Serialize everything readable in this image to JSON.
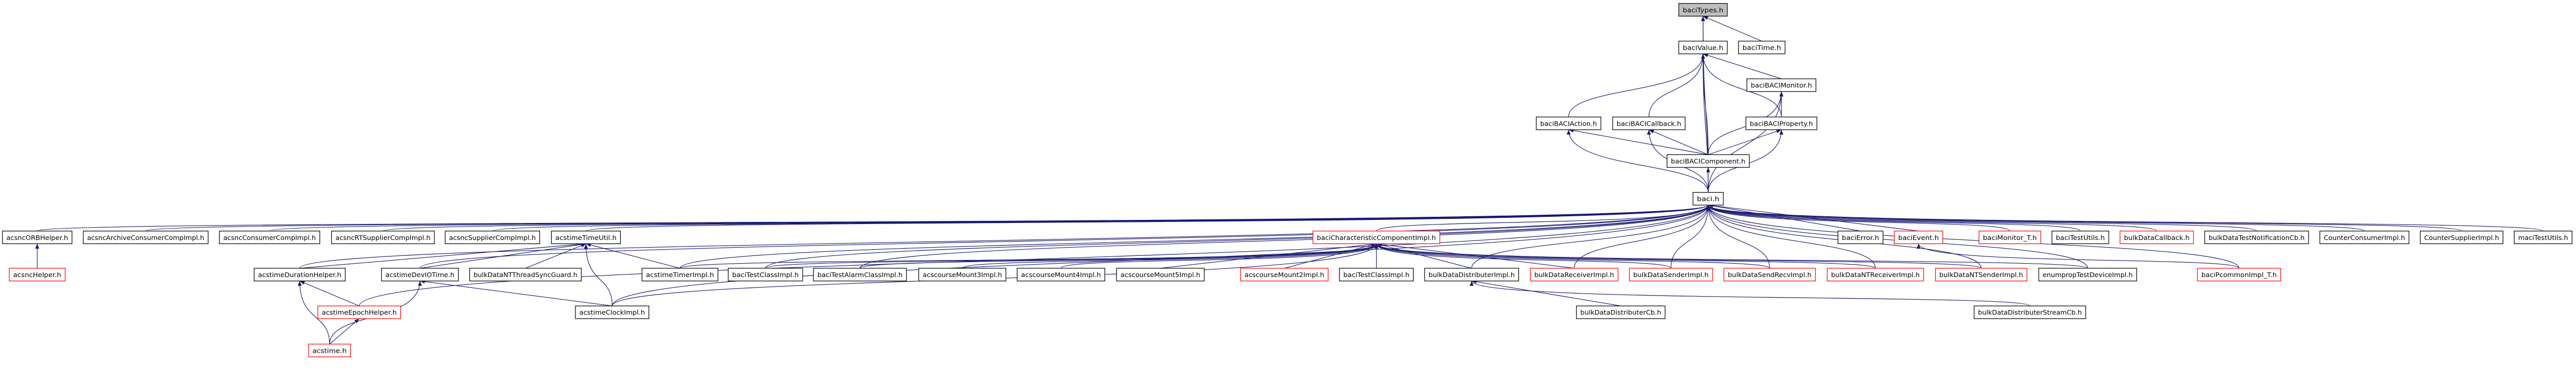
{
  "colors": {
    "edge": "#191970",
    "highlight_border": "#ff0000",
    "focus_fill": "#bfbfbf"
  },
  "nodes": [
    {
      "id": "baciTypes",
      "label": "baciTypes.h",
      "style": "gray"
    },
    {
      "id": "baciValue",
      "label": "baciValue.h",
      "style": "normal"
    },
    {
      "id": "baciTime",
      "label": "baciTime.h",
      "style": "normal"
    },
    {
      "id": "baciBACIMonitor",
      "label": "baciBACIMonitor.h",
      "style": "normal"
    },
    {
      "id": "baciBACIAction",
      "label": "baciBACIAction.h",
      "style": "normal"
    },
    {
      "id": "baciBACICallback",
      "label": "baciBACICallback.h",
      "style": "normal"
    },
    {
      "id": "baciBACIProperty",
      "label": "baciBACIProperty.h",
      "style": "normal"
    },
    {
      "id": "baciBACIComponent",
      "label": "baciBACIComponent.h",
      "style": "normal"
    },
    {
      "id": "baci",
      "label": "baci.h",
      "style": "normal"
    },
    {
      "id": "acsncORBHelper",
      "label": "acsncORBHelper.h",
      "style": "normal"
    },
    {
      "id": "acsncArchiveConsumerCompImpl",
      "label": "acsncArchiveConsumerCompImpl.h",
      "style": "normal"
    },
    {
      "id": "acsncConsumerCompImpl",
      "label": "acsncConsumerCompImpl.h",
      "style": "normal"
    },
    {
      "id": "acsncRTSupplierCompImpl",
      "label": "acsncRTSupplierCompImpl.h",
      "style": "normal"
    },
    {
      "id": "acsncSupplierCompImpl",
      "label": "acsncSupplierCompImpl.h",
      "style": "normal"
    },
    {
      "id": "acstimeTimeUtil",
      "label": "acstimeTimeUtil.h",
      "style": "normal"
    },
    {
      "id": "baciCharacteristicComponentImpl",
      "label": "baciCharacteristicComponentImpl.h",
      "style": "red"
    },
    {
      "id": "baciError",
      "label": "baciError.h",
      "style": "normal"
    },
    {
      "id": "baciEvent",
      "label": "baciEvent.h",
      "style": "red"
    },
    {
      "id": "baciMonitor_T",
      "label": "baciMonitor_T.h",
      "style": "red"
    },
    {
      "id": "baciTestUtils",
      "label": "baciTestUtils.h",
      "style": "normal"
    },
    {
      "id": "bulkDataCallback",
      "label": "bulkDataCallback.h",
      "style": "red"
    },
    {
      "id": "bulkDataTestNotificationCb",
      "label": "bulkDataTestNotificationCb.h",
      "style": "normal"
    },
    {
      "id": "CounterConsumerImpl",
      "label": "CounterConsumerImpl.h",
      "style": "normal"
    },
    {
      "id": "CounterSupplierImpl",
      "label": "CounterSupplierImpl.h",
      "style": "normal"
    },
    {
      "id": "maciTestUtils",
      "label": "maciTestUtils.h",
      "style": "normal"
    },
    {
      "id": "acsncHelper",
      "label": "acsncHelper.h",
      "style": "red"
    },
    {
      "id": "acstimeDurationHelper",
      "label": "acstimeDurationHelper.h",
      "style": "normal"
    },
    {
      "id": "acstimeDevIOTime",
      "label": "acstimeDevIOTime.h",
      "style": "normal"
    },
    {
      "id": "bulkDataNTThreadSyncGuard",
      "label": "bulkDataNTThreadSyncGuard.h",
      "style": "normal"
    },
    {
      "id": "acstimeTimerImpl",
      "label": "acstimeTimerImpl.h",
      "style": "normal"
    },
    {
      "id": "baciTestClassImpl",
      "label": "baciTestClassImpl.h",
      "style": "normal"
    },
    {
      "id": "baciTestAlarmClassImpl",
      "label": "baciTestAlarmClassImpl.h",
      "style": "normal"
    },
    {
      "id": "acscourseMount3Impl",
      "label": "acscourseMount3Impl.h",
      "style": "normal"
    },
    {
      "id": "acscourseMount4Impl",
      "label": "acscourseMount4Impl.h",
      "style": "normal"
    },
    {
      "id": "acscourseMount5Impl",
      "label": "acscourseMount5Impl.h",
      "style": "normal"
    },
    {
      "id": "acscourseMount2Impl",
      "label": "acscourseMount2Impl.h",
      "style": "red"
    },
    {
      "id": "baciTestClassImpl2",
      "label": "baciTestClassImpl.h",
      "style": "normal"
    },
    {
      "id": "bulkDataDistributerImpl",
      "label": "bulkDataDistributerImpl.h",
      "style": "normal"
    },
    {
      "id": "bulkDataReceiverImpl",
      "label": "bulkDataReceiverImpl.h",
      "style": "red"
    },
    {
      "id": "bulkDataSenderImpl",
      "label": "bulkDataSenderImpl.h",
      "style": "red"
    },
    {
      "id": "bulkDataSendRecvImpl",
      "label": "bulkDataSendRecvImpl.h",
      "style": "red"
    },
    {
      "id": "bulkDataNTReceiverImpl",
      "label": "bulkDataNTReceiverImpl.h",
      "style": "red"
    },
    {
      "id": "bulkDataNTSenderImpl",
      "label": "bulkDataNTSenderImpl.h",
      "style": "red"
    },
    {
      "id": "enumpropTestDeviceImpl",
      "label": "enumpropTestDeviceImpl.h",
      "style": "normal"
    },
    {
      "id": "baciPcommonImpl_T",
      "label": "baciPcommonImpl_T.h",
      "style": "red"
    },
    {
      "id": "acstimeEpochHelper",
      "label": "acstimeEpochHelper.h",
      "style": "red"
    },
    {
      "id": "acstimeClockImpl",
      "label": "acstimeClockImpl.h",
      "style": "normal"
    },
    {
      "id": "bulkDataDistributerCb",
      "label": "bulkDataDistributerCb.h",
      "style": "normal"
    },
    {
      "id": "bulkDataDistributerStreamCb",
      "label": "bulkDataDistributerStreamCb.h",
      "style": "normal"
    },
    {
      "id": "acstime",
      "label": "acstime.h",
      "style": "red"
    }
  ],
  "edges": [
    [
      "baciValue",
      "baciTypes"
    ],
    [
      "baciTime",
      "baciTypes"
    ],
    [
      "baci",
      "baciTypes"
    ],
    [
      "baciBACIAction",
      "baciValue"
    ],
    [
      "baciBACICallback",
      "baciValue"
    ],
    [
      "baciBACIComponent",
      "baciValue"
    ],
    [
      "baciBACIProperty",
      "baciValue"
    ],
    [
      "baciBACIMonitor",
      "baciValue"
    ],
    [
      "baci",
      "baciValue"
    ],
    [
      "baciBACIProperty",
      "baciBACIMonitor"
    ],
    [
      "baciBACIComponent",
      "baciBACIMonitor"
    ],
    [
      "baci",
      "baciBACIMonitor"
    ],
    [
      "baciBACIComponent",
      "baciBACIAction"
    ],
    [
      "baciBACIComponent",
      "baciBACICallback"
    ],
    [
      "baciBACIComponent",
      "baciBACIProperty"
    ],
    [
      "baci",
      "baciBACIAction"
    ],
    [
      "baci",
      "baciBACICallback"
    ],
    [
      "baci",
      "baciBACIProperty"
    ],
    [
      "baci",
      "baciBACIComponent"
    ],
    [
      "acsncORBHelper",
      "baci"
    ],
    [
      "acsncArchiveConsumerCompImpl",
      "baci"
    ],
    [
      "acsncConsumerCompImpl",
      "baci"
    ],
    [
      "acsncRTSupplierCompImpl",
      "baci"
    ],
    [
      "acsncSupplierCompImpl",
      "baci"
    ],
    [
      "acstimeTimeUtil",
      "baci"
    ],
    [
      "baciCharacteristicComponentImpl",
      "baci"
    ],
    [
      "baciError",
      "baci"
    ],
    [
      "baciEvent",
      "baci"
    ],
    [
      "baciMonitor_T",
      "baci"
    ],
    [
      "baciTestUtils",
      "baci"
    ],
    [
      "bulkDataCallback",
      "baci"
    ],
    [
      "bulkDataTestNotificationCb",
      "baci"
    ],
    [
      "CounterConsumerImpl",
      "baci"
    ],
    [
      "CounterSupplierImpl",
      "baci"
    ],
    [
      "maciTestUtils",
      "baci"
    ],
    [
      "acstimeDurationHelper",
      "baci"
    ],
    [
      "acstimeDevIOTime",
      "baci"
    ],
    [
      "acstimeTimerImpl",
      "baci"
    ],
    [
      "baciTestClassImpl",
      "baci"
    ],
    [
      "baciTestAlarmClassImpl",
      "baci"
    ],
    [
      "bulkDataDistributerImpl",
      "baci"
    ],
    [
      "bulkDataReceiverImpl",
      "baci"
    ],
    [
      "bulkDataSenderImpl",
      "baci"
    ],
    [
      "bulkDataSendRecvImpl",
      "baci"
    ],
    [
      "bulkDataNTReceiverImpl",
      "baci"
    ],
    [
      "bulkDataNTSenderImpl",
      "baci"
    ],
    [
      "enumpropTestDeviceImpl",
      "baci"
    ],
    [
      "baciPcommonImpl_T",
      "baci"
    ],
    [
      "acstimeClockImpl",
      "baci"
    ],
    [
      "acstimeEpochHelper",
      "baci"
    ],
    [
      "acsncHelper",
      "acsncORBHelper"
    ],
    [
      "acstimeDurationHelper",
      "acstimeTimeUtil"
    ],
    [
      "acstimeDevIOTime",
      "acstimeTimeUtil"
    ],
    [
      "bulkDataNTThreadSyncGuard",
      "acstimeTimeUtil"
    ],
    [
      "acstimeClockImpl",
      "acstimeTimeUtil"
    ],
    [
      "acstimeTimerImpl",
      "acstimeTimeUtil"
    ],
    [
      "acstimeEpochHelper",
      "acstimeDurationHelper"
    ],
    [
      "acstime",
      "acstimeDurationHelper"
    ],
    [
      "acstime",
      "acstimeEpochHelper"
    ],
    [
      "acstime",
      "acstimeDevIOTime"
    ],
    [
      "acstimeClockImpl",
      "acstimeDevIOTime"
    ],
    [
      "baciTestClassImpl",
      "baciCharacteristicComponentImpl"
    ],
    [
      "baciTestAlarmClassImpl",
      "baciCharacteristicComponentImpl"
    ],
    [
      "acscourseMount3Impl",
      "baciCharacteristicComponentImpl"
    ],
    [
      "acscourseMount4Impl",
      "baciCharacteristicComponentImpl"
    ],
    [
      "acscourseMount5Impl",
      "baciCharacteristicComponentImpl"
    ],
    [
      "acscourseMount2Impl",
      "baciCharacteristicComponentImpl"
    ],
    [
      "baciTestClassImpl2",
      "baciCharacteristicComponentImpl"
    ],
    [
      "bulkDataDistributerImpl",
      "baciCharacteristicComponentImpl"
    ],
    [
      "bulkDataReceiverImpl",
      "baciCharacteristicComponentImpl"
    ],
    [
      "bulkDataSenderImpl",
      "baciCharacteristicComponentImpl"
    ],
    [
      "bulkDataSendRecvImpl",
      "baciCharacteristicComponentImpl"
    ],
    [
      "bulkDataNTReceiverImpl",
      "baciCharacteristicComponentImpl"
    ],
    [
      "bulkDataNTSenderImpl",
      "baciCharacteristicComponentImpl"
    ],
    [
      "enumpropTestDeviceImpl",
      "baciCharacteristicComponentImpl"
    ],
    [
      "acstimeClockImpl",
      "baciCharacteristicComponentImpl"
    ],
    [
      "acstimeTimerImpl",
      "baciCharacteristicComponentImpl"
    ],
    [
      "bulkDataDistributerCb",
      "bulkDataDistributerImpl"
    ],
    [
      "bulkDataDistributerStreamCb",
      "bulkDataDistributerImpl"
    ],
    [
      "baciPcommonImpl_T",
      "baciEvent"
    ]
  ]
}
